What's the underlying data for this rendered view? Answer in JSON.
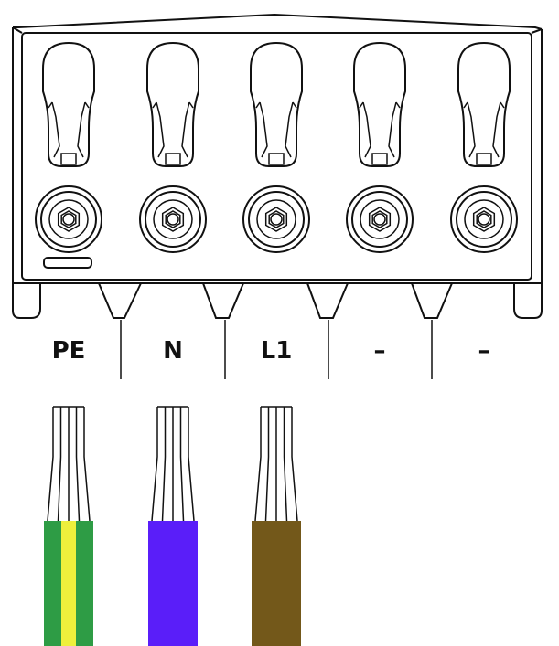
{
  "terminals": [
    {
      "id": "pe",
      "label": "PE",
      "wire": "yes"
    },
    {
      "id": "n",
      "label": "N",
      "wire": "yes"
    },
    {
      "id": "l1",
      "label": "L1",
      "wire": "yes"
    },
    {
      "id": "t4",
      "label": "–",
      "wire": "no"
    },
    {
      "id": "t5",
      "label": "–",
      "wire": "no"
    }
  ],
  "colors": {
    "outline": "#111111",
    "pe_green": "#2e9c45",
    "pe_yellow": "#eef03c",
    "neutral_blue": "#5a1ef9",
    "live_brown": "#73581a",
    "background": "#ffffff"
  }
}
